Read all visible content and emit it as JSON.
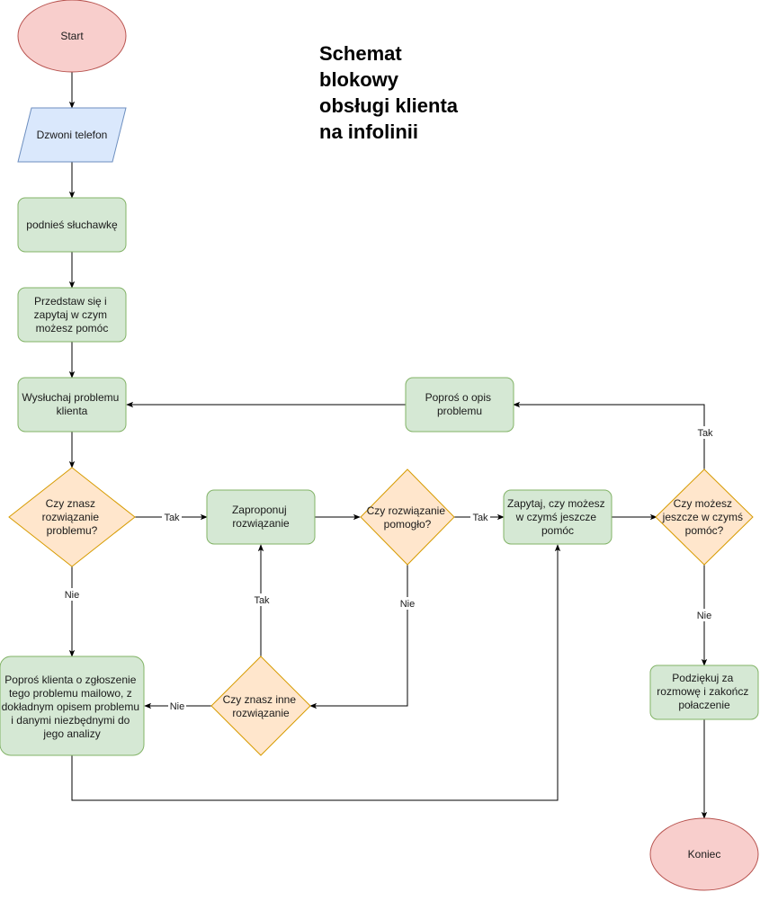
{
  "title": {
    "lines": [
      "Schemat",
      "blokowy",
      "obsługi klienta",
      "na infolinii"
    ]
  },
  "colors": {
    "terminal_fill": "#f8cecc",
    "terminal_stroke": "#b85450",
    "io_fill": "#dae8fc",
    "io_stroke": "#6c8ebf",
    "process_fill": "#d5e8d4",
    "process_stroke": "#82b366",
    "decision_fill": "#ffe6cc",
    "decision_stroke": "#d79b00",
    "edge": "#000000"
  },
  "nodes": {
    "start": {
      "lines": [
        "Start"
      ]
    },
    "dzwoni": {
      "lines": [
        "Dzwoni telefon"
      ]
    },
    "podnies": {
      "lines": [
        "podnieś słuchawkę"
      ]
    },
    "przedstaw": {
      "lines": [
        "Przedstaw się i",
        "zapytaj w czym",
        "możesz pomóc"
      ]
    },
    "wysluchaj": {
      "lines": [
        "Wysłuchaj problemu",
        "klienta"
      ]
    },
    "popros_opis": {
      "lines": [
        "Poproś o opis",
        "problemu"
      ]
    },
    "czy_znasz": {
      "lines": [
        "Czy znasz",
        "rozwiązanie",
        "problemu?"
      ]
    },
    "zaproponuj": {
      "lines": [
        "Zaproponuj",
        "rozwiązanie"
      ]
    },
    "czy_pomoglo": {
      "lines": [
        "Czy rozwiązanie",
        "pomogło?"
      ]
    },
    "zapytaj": {
      "lines": [
        "Zapytaj, czy możesz",
        "w czymś jeszcze",
        "pomóc"
      ]
    },
    "czy_mozesz": {
      "lines": [
        "Czy możesz",
        "jeszcze w czymś",
        "pomóc?"
      ]
    },
    "popros_mail": {
      "lines": [
        "Poproś klienta o zgłoszenie",
        "tego problemu mailowo, z",
        "dokładnym opisem problemu",
        "i danymi niezbędnymi do",
        "jego analizy"
      ]
    },
    "czy_inne": {
      "lines": [
        "Czy znasz inne",
        "rozwiązanie"
      ]
    },
    "podziekuj": {
      "lines": [
        "Podziękuj za",
        "rozmowę i zakończ",
        "połaczenie"
      ]
    },
    "koniec": {
      "lines": [
        "Koniec"
      ]
    }
  },
  "edge_labels": {
    "czy_znasz_tak": "Tak",
    "czy_znasz_nie": "Nie",
    "czy_pomoglo_tak": "Tak",
    "czy_pomoglo_nie": "Nie",
    "czy_inne_tak": "Tak",
    "czy_inne_nie": "Nie",
    "czy_mozesz_tak": "Tak",
    "czy_mozesz_nie": "Nie"
  }
}
